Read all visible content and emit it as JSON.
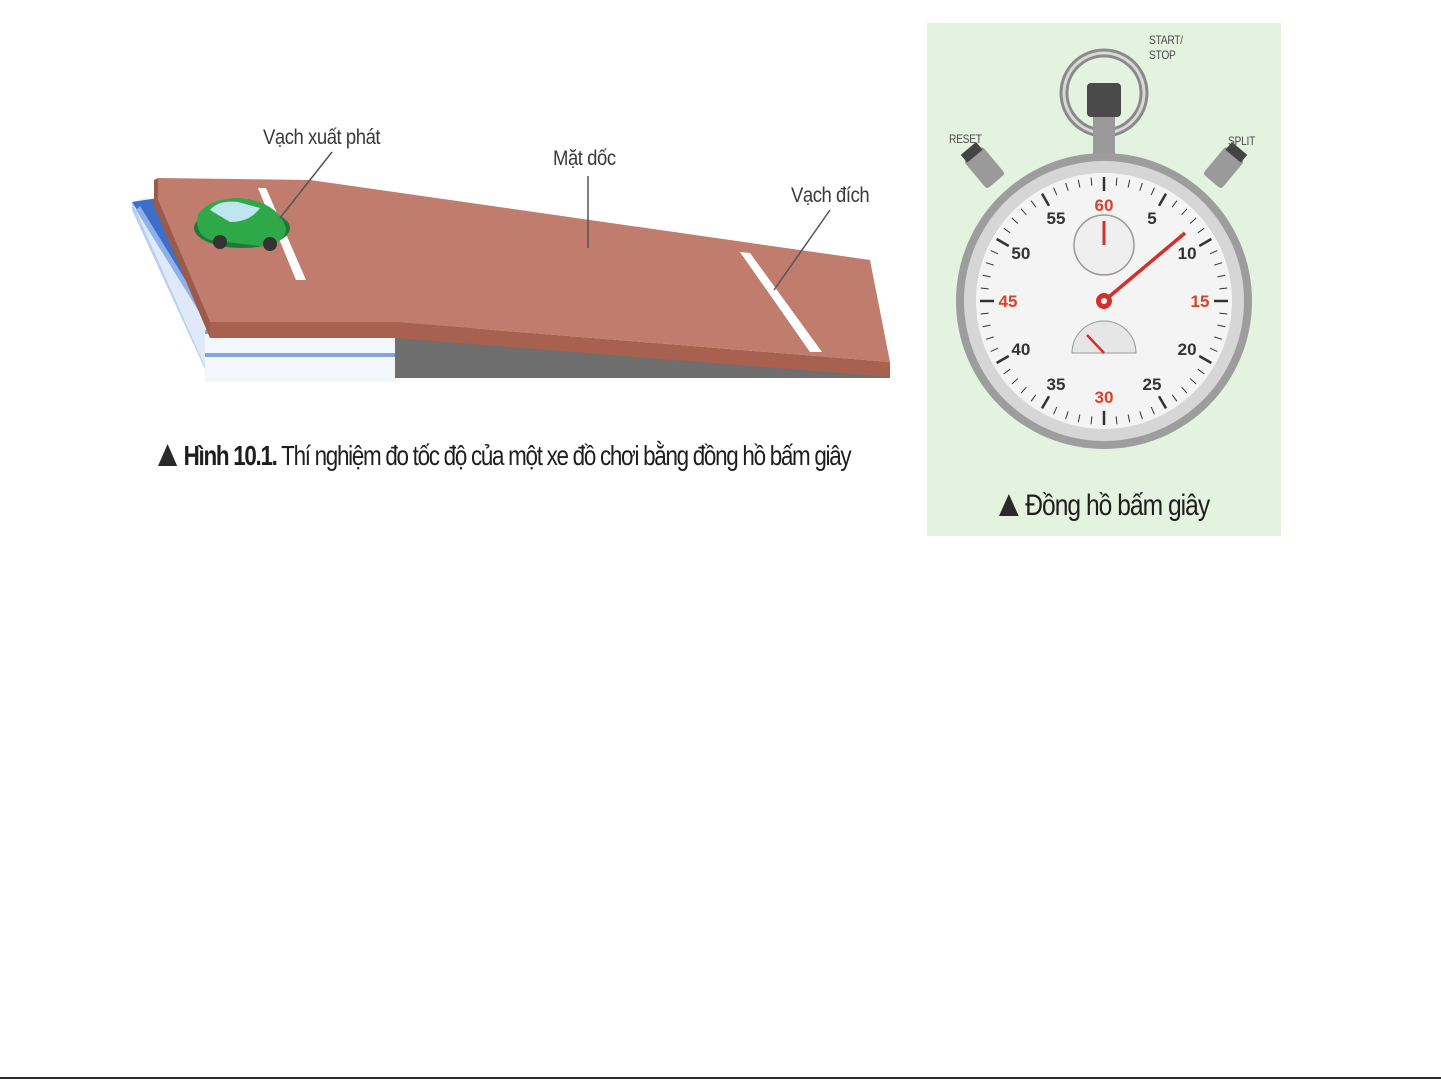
{
  "ramp_figure": {
    "labels": {
      "start_line": "Vạch xuất phát",
      "slope": "Mặt dốc",
      "finish_line": "Vạch đích"
    },
    "caption": {
      "number": "Hình 10.1.",
      "text": "Thí nghiệm đo tốc độ của một xe đồ chơi bằng đồng hồ bấm giây"
    },
    "colors": {
      "ramp": "#c07d6e",
      "car": "#2fa84a",
      "books": "#3d6fc9"
    }
  },
  "stopwatch": {
    "button_labels": {
      "start_stop": "START/ STOP",
      "reset": "RESET",
      "split": "SPLIT"
    },
    "dial_numbers": [
      "60",
      "5",
      "10",
      "15",
      "20",
      "25",
      "30",
      "35",
      "40",
      "45",
      "50",
      "55"
    ],
    "caption": "Đồng hồ bấm giây",
    "colors": {
      "panel": "#e4f3df",
      "red_numbers": "#e0402a",
      "hand": "#d2302a"
    }
  }
}
